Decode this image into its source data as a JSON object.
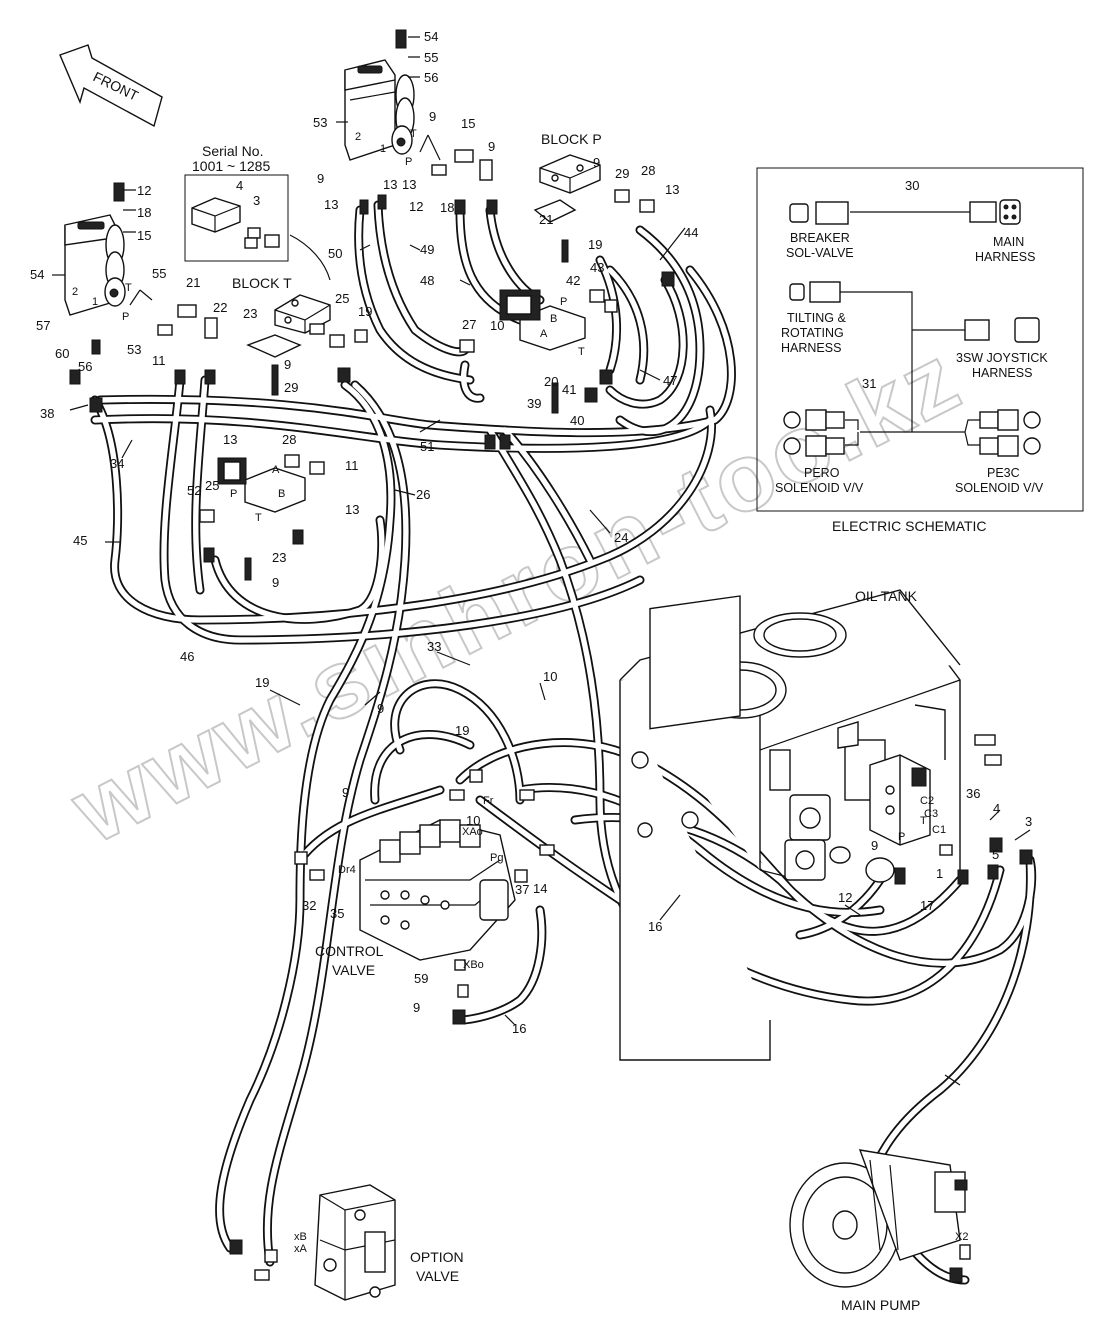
{
  "labels": {
    "front": "FRONT",
    "serial_line1": "Serial No.",
    "serial_line2": "1001 ~ 1285",
    "block_t": "BLOCK T",
    "block_p": "BLOCK P",
    "oil_tank": "OIL TANK",
    "control_valve_1": "CONTROL",
    "control_valve_2": "VALVE",
    "option_valve_1": "OPTION",
    "option_valve_2": "VALVE",
    "main_pump": "MAIN PUMP",
    "electric_schematic": "ELECTRIC SCHEMATIC"
  },
  "schematic": {
    "breaker_1": "BREAKER",
    "breaker_2": "SOL-VALVE",
    "main_1": "MAIN",
    "main_2": "HARNESS",
    "tilt_1": "TILTING &",
    "tilt_2": "ROTATING",
    "tilt_3": "HARNESS",
    "joy_1": "3SW JOYSTICK",
    "joy_2": "HARNESS",
    "pero_1": "PERO",
    "pero_2": "SOLENOID V/V",
    "pe3c_1": "PE3C",
    "pe3c_2": "SOLENOID V/V",
    "num_30": "30",
    "num_31": "31"
  },
  "ports": {
    "t": "T",
    "p": "P",
    "a": "A",
    "b": "B",
    "one": "1",
    "two": "2",
    "xao": "XAo",
    "xbo": "XBo",
    "fr": "Fr",
    "pg": "Pg",
    "dr4": "Dr4",
    "xb": "xB",
    "xa": "xA",
    "x2": "X2",
    "c1": "C1",
    "c2": "C2",
    "c3": "C3"
  },
  "watermark": "www.sinhron-too.kz",
  "callouts": [
    "54",
    "55",
    "56",
    "53",
    "9",
    "13",
    "12",
    "18",
    "15",
    "9",
    "13",
    "13",
    "9",
    "12",
    "18",
    "15",
    "54",
    "55",
    "56",
    "53",
    "11",
    "21",
    "57",
    "60",
    "22",
    "4",
    "3",
    "23",
    "25",
    "19",
    "9",
    "29",
    "28",
    "13",
    "52",
    "25",
    "23",
    "9",
    "13",
    "26",
    "27",
    "10",
    "20",
    "11",
    "21",
    "19",
    "9",
    "29",
    "28",
    "13",
    "43",
    "42",
    "41",
    "40",
    "39",
    "44",
    "47",
    "48",
    "49",
    "50",
    "51",
    "38",
    "34",
    "45",
    "46",
    "24",
    "33",
    "10",
    "19",
    "9",
    "19",
    "9",
    "10",
    "14",
    "37",
    "35",
    "32",
    "59",
    "9",
    "16",
    "16",
    "12",
    "17",
    "9",
    "1",
    "5",
    "4",
    "3",
    "36"
  ]
}
